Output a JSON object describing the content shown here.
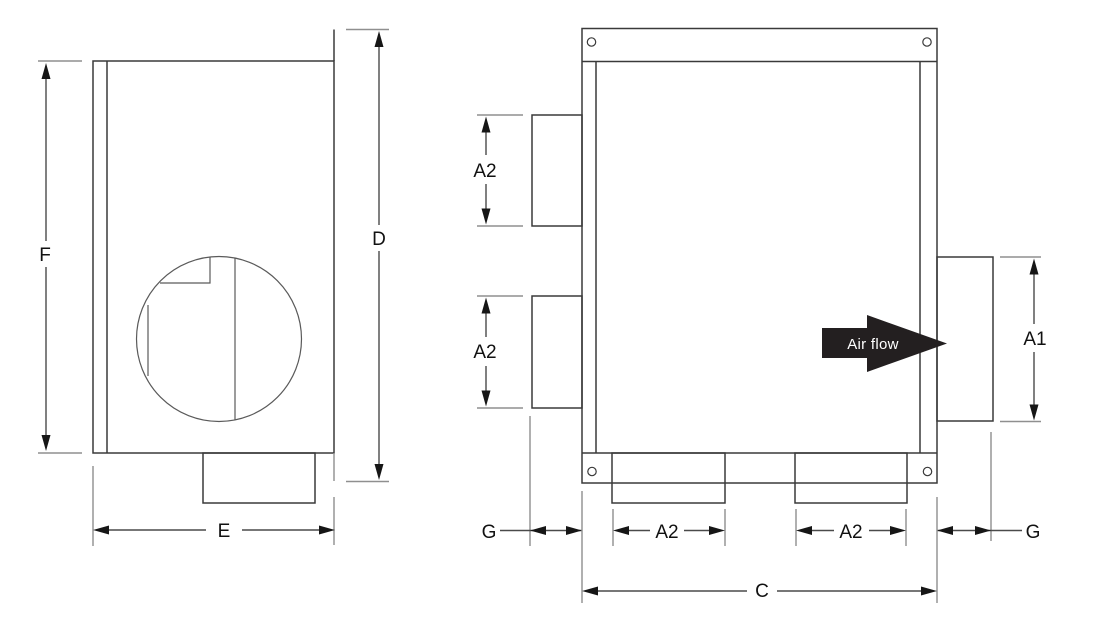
{
  "labels": {
    "side_view": {
      "inner_height": "F",
      "overall_height": "D",
      "overall_width": "E"
    },
    "front_view": {
      "upper_branch": "A2",
      "middle_branch": "A2",
      "outlet": "A1",
      "bottom_left_branch": "A2",
      "bottom_right_branch": "A2",
      "left_offset": "G",
      "right_offset": "G",
      "overall_width": "C"
    },
    "air_flow": "Air flow"
  },
  "colors": {
    "background": "#ffffff",
    "outline": "#3a3a3a",
    "thin_line": "#5a5a5a",
    "dimension_line": "#4a4a4a",
    "extension_line": "#8f8f8f",
    "arrow_fill": "#161616",
    "label_text": "#111111",
    "air_flow_fill": "#231f20",
    "air_flow_text": "#ffffff"
  }
}
